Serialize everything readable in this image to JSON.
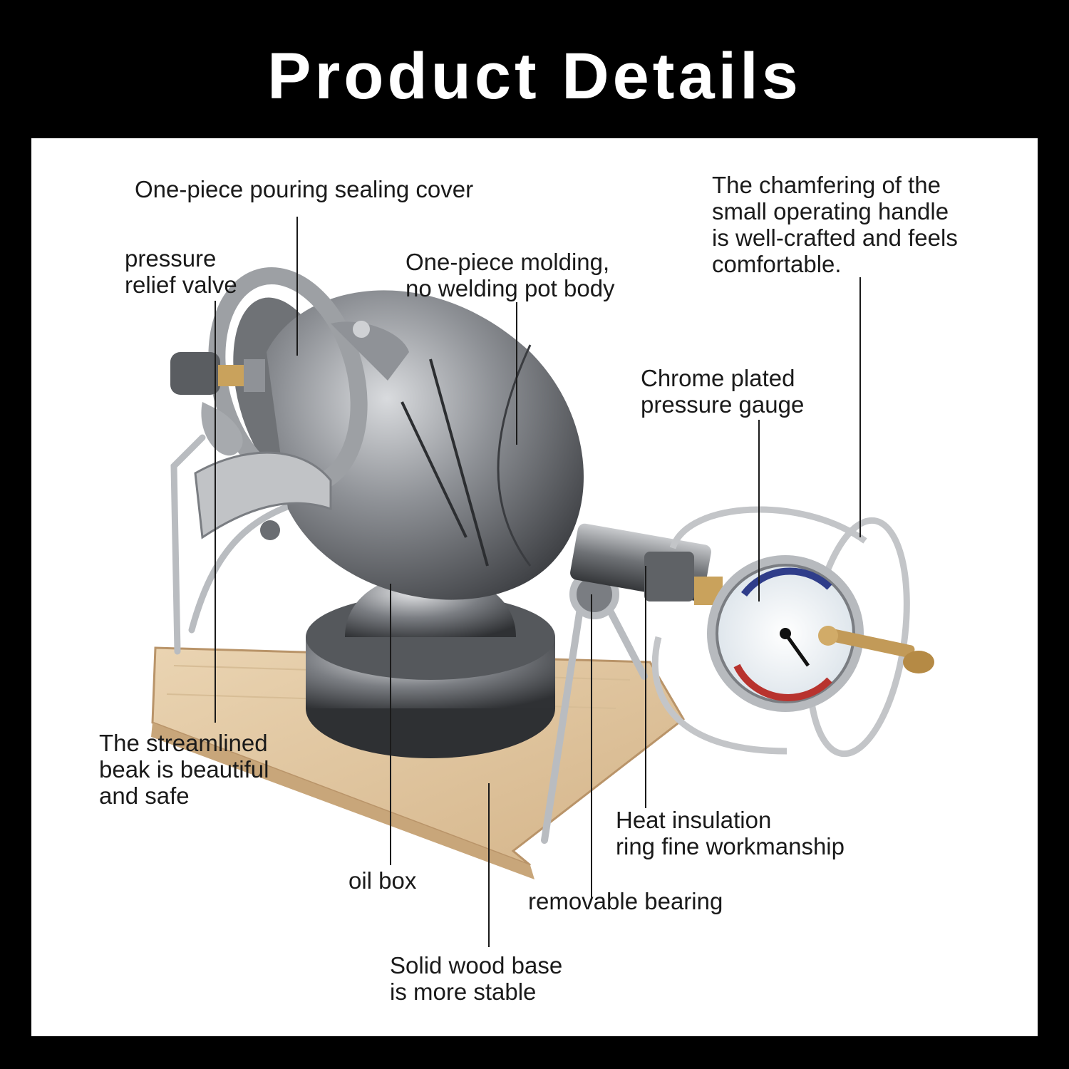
{
  "title": "Product Details",
  "callouts": {
    "sealing_cover": [
      "One-piece pouring sealing cover"
    ],
    "relief_valve": [
      "pressure",
      "relief valve"
    ],
    "pot_body": [
      "One-piece molding,",
      "no welding pot body"
    ],
    "handle": [
      "The chamfering of the",
      "small operating handle",
      "is well-crafted and feels",
      "comfortable."
    ],
    "gauge": [
      "Chrome plated",
      "pressure gauge"
    ],
    "beak": [
      "The streamlined",
      "beak is beautiful",
      "and safe"
    ],
    "insulation": [
      "Heat insulation",
      "ring fine workmanship"
    ],
    "oil_box": [
      "oil box"
    ],
    "bearing": [
      "removable bearing"
    ],
    "wood_base": [
      "Solid wood base",
      "is more stable"
    ]
  },
  "colors": {
    "background": "#000000",
    "panel": "#ffffff",
    "text": "#1a1a1a",
    "wood": "#e2c8a2",
    "metal": "#8a8d92"
  }
}
